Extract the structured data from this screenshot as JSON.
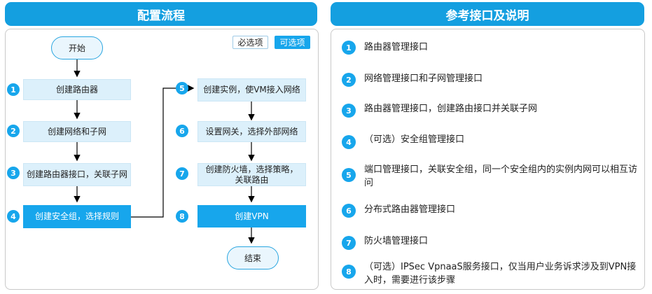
{
  "left": {
    "title": "配置流程",
    "legend": {
      "required": "必选项",
      "optional": "可选项"
    },
    "start": "开始",
    "end": "结束",
    "steps": [
      {
        "num": "1",
        "label": "创建路由器"
      },
      {
        "num": "2",
        "label": "创建网络和子网"
      },
      {
        "num": "3",
        "label": "创建路由器接口，关联子网"
      },
      {
        "num": "4",
        "label": "创建安全组，选择规则"
      },
      {
        "num": "5",
        "label": "创建实例，使VM接入网络"
      },
      {
        "num": "6",
        "label": "设置网关，选择外部网络"
      },
      {
        "num": "7",
        "label": "创建防火墙，选择策略，关联路由"
      },
      {
        "num": "8",
        "label": "创建VPN"
      }
    ]
  },
  "right": {
    "title": "参考接口及说明",
    "items": [
      {
        "num": "1",
        "text": "路由器管理接口"
      },
      {
        "num": "2",
        "text": "网络管理接口和子网管理接口"
      },
      {
        "num": "3",
        "text": "路由器管理接口，创建路由接口并关联子网"
      },
      {
        "num": "4",
        "text": "（可选）安全组管理接口"
      },
      {
        "num": "5",
        "text": "端口管理接口，关联安全组，同一个安全组内的实例内网可以相互访问"
      },
      {
        "num": "6",
        "text": "分布式路由器管理接口"
      },
      {
        "num": "7",
        "text": "防火墙管理接口"
      },
      {
        "num": "8",
        "text": "（可选）IPSec VpnaaS服务接口，仅当用户业务诉求涉及到VPN接入时，需要进行该步骤"
      }
    ]
  },
  "colors": {
    "accent": "#17a6ec",
    "required_fill": "#dcf0fb",
    "border": "#c9c9c9"
  }
}
